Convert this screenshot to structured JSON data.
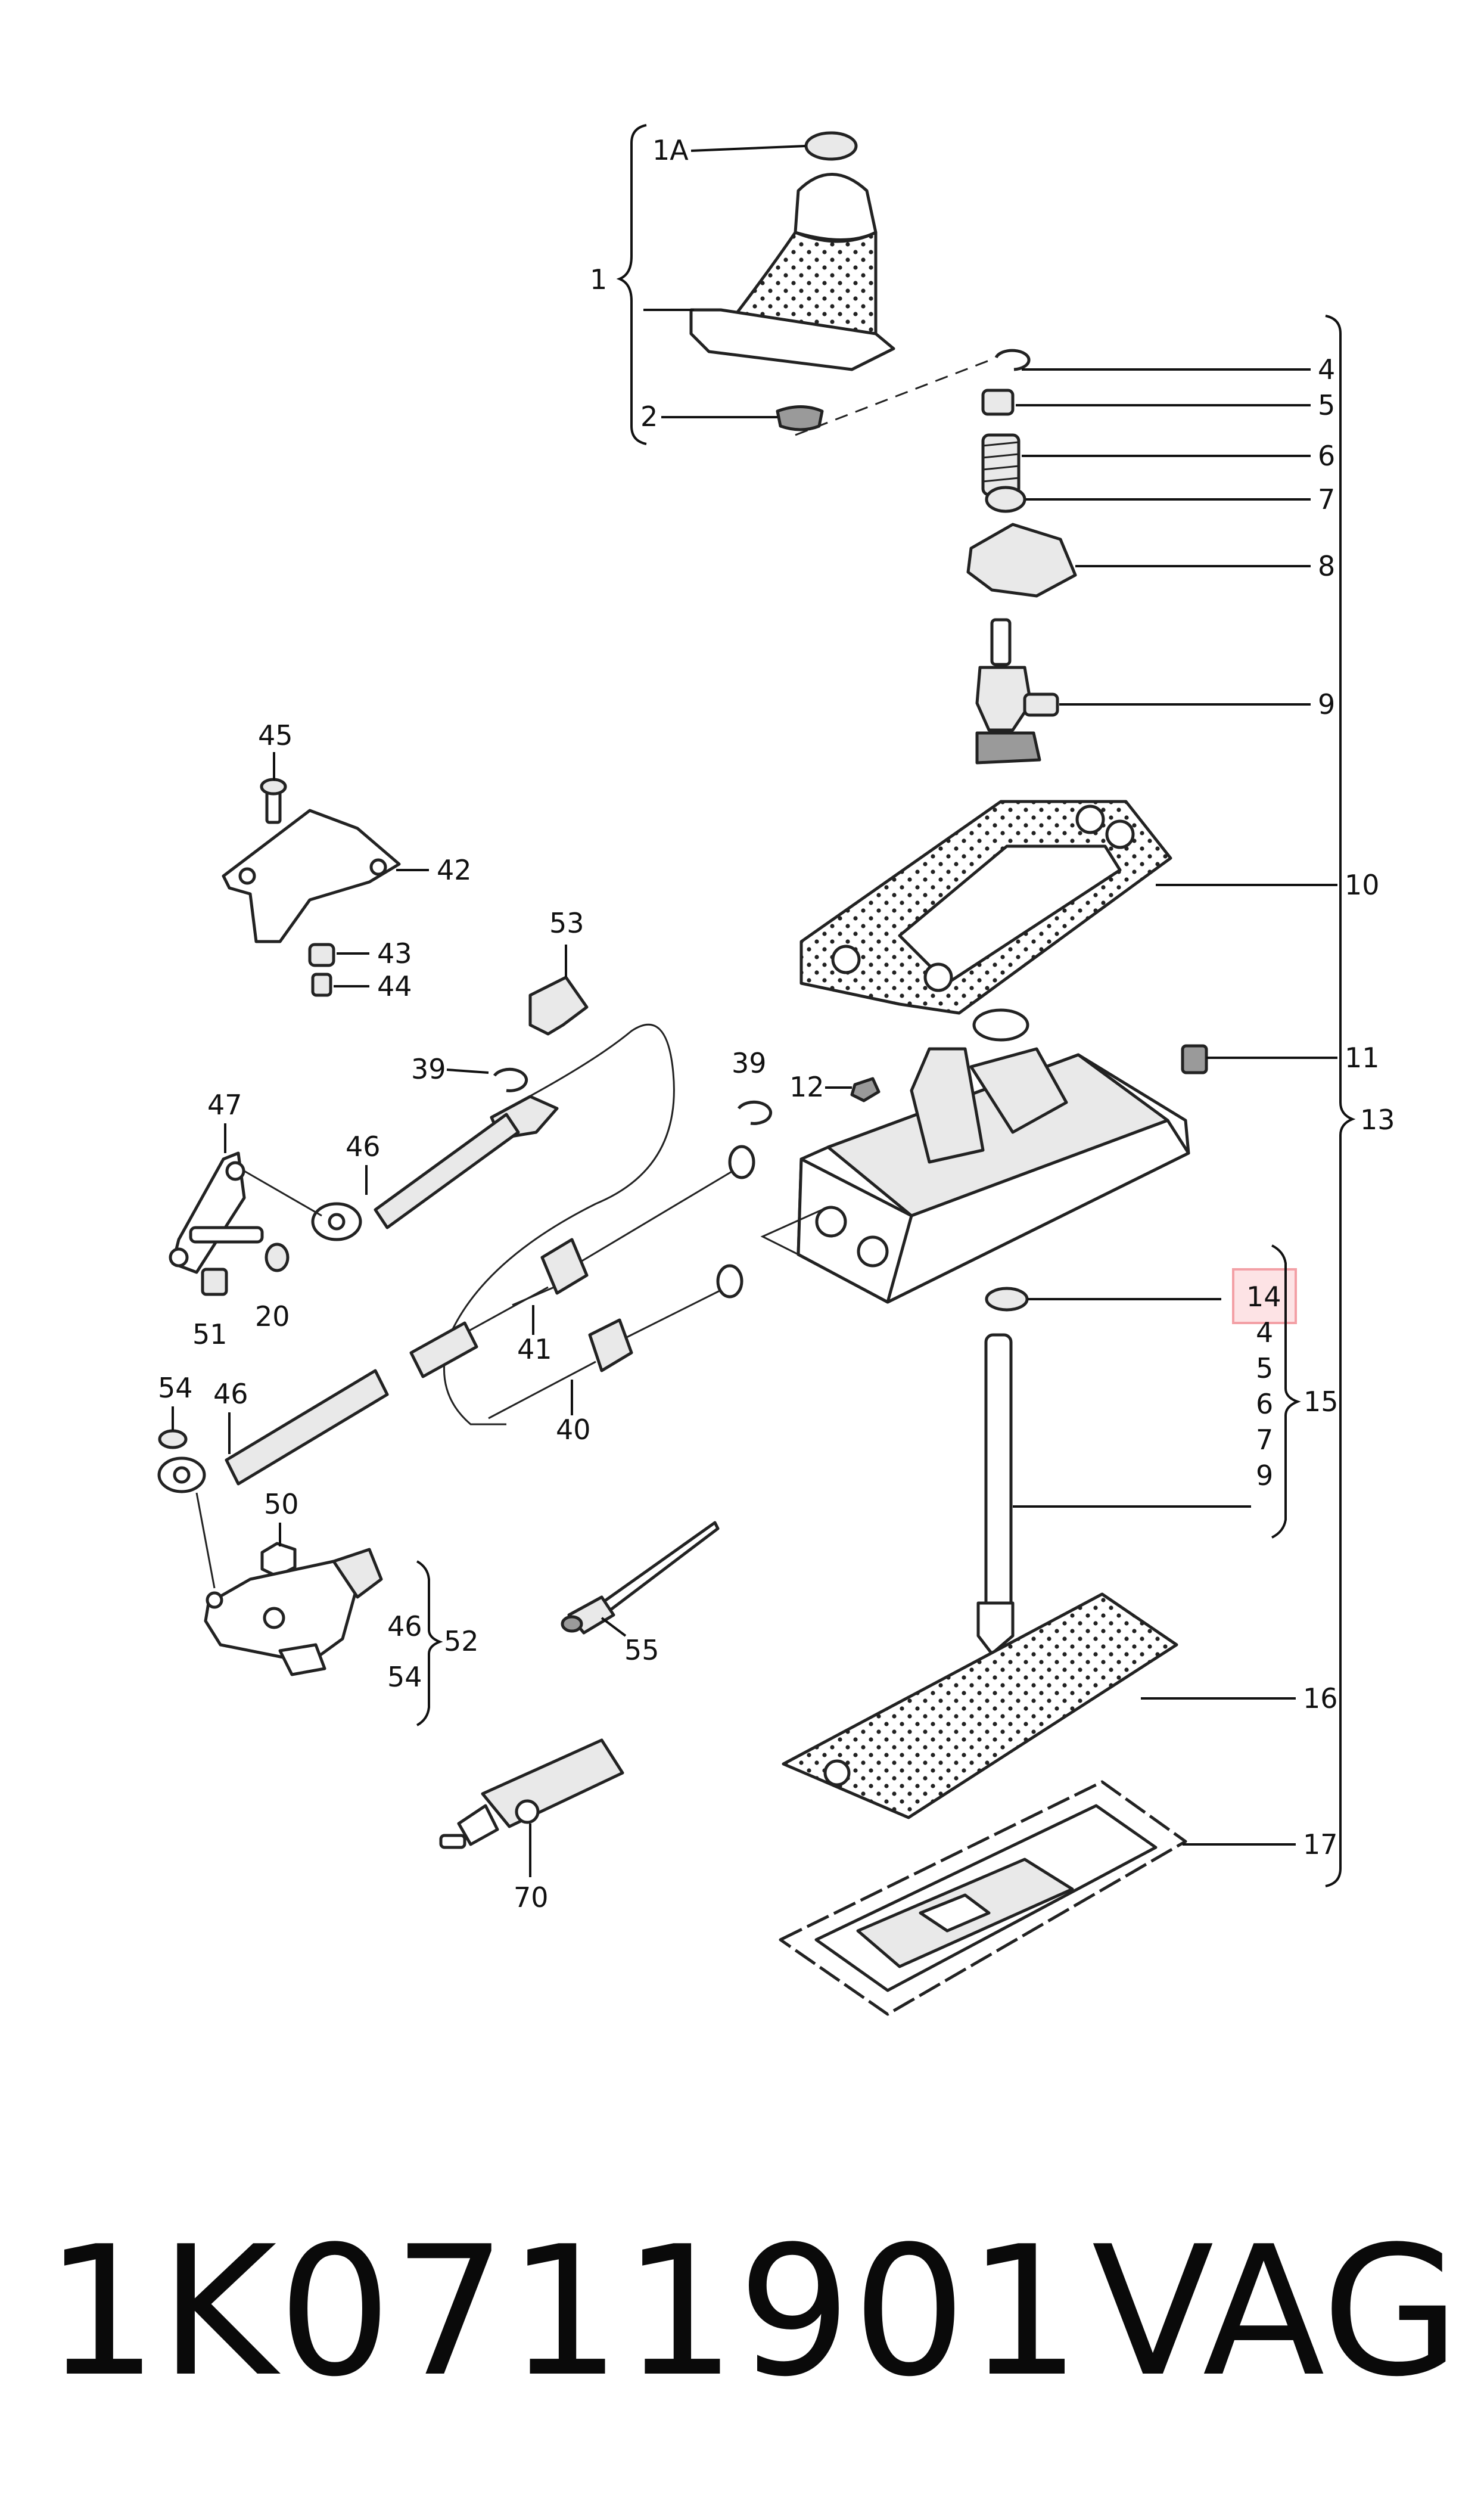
{
  "labels": {
    "l1A": "1A",
    "l1": "1",
    "l2": "2",
    "l4": "4",
    "l5": "5",
    "l6": "6",
    "l7": "7",
    "l8": "8",
    "l9": "9",
    "l10": "10",
    "l11": "11",
    "l12": "12",
    "l13": "13",
    "l14": "14",
    "l15_4": "4",
    "l15_5": "5",
    "l15_6": "6",
    "l15_7": "7",
    "l15_9": "9",
    "l15": "15",
    "l16": "16",
    "l17": "17",
    "l20": "20",
    "l39a": "39",
    "l39b": "39",
    "l40": "40",
    "l41": "41",
    "l42": "42",
    "l43": "43",
    "l44": "44",
    "l45": "45",
    "l46a": "46",
    "l46b": "46",
    "l46c": "46",
    "l47": "47",
    "l50": "50",
    "l51": "51",
    "l52": "52",
    "l53": "53",
    "l54a": "54",
    "l54b": "54",
    "l55": "55",
    "l70": "70"
  },
  "highlight": {
    "label": "14",
    "color": "#f3a0a6",
    "fill": "#fde3e5"
  },
  "footer": {
    "part_number": "1K0711901",
    "brand": "VAG"
  }
}
